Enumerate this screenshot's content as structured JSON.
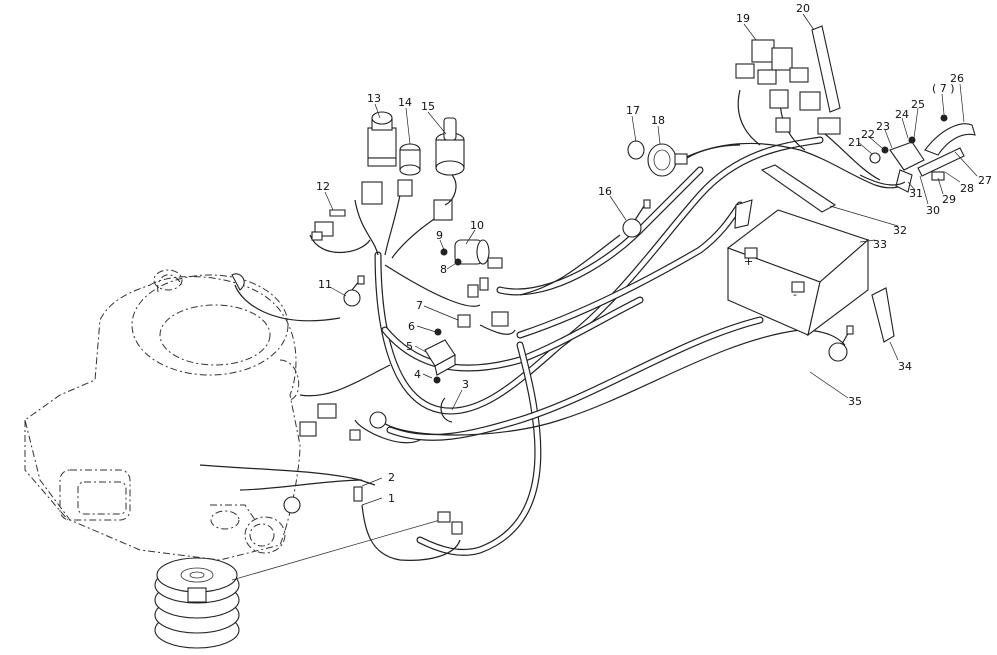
{
  "labels": [
    {
      "id": "1",
      "text": "1"
    },
    {
      "id": "2",
      "text": "2"
    },
    {
      "id": "3",
      "text": "3"
    },
    {
      "id": "4",
      "text": "4"
    },
    {
      "id": "5",
      "text": "5"
    },
    {
      "id": "6",
      "text": "6"
    },
    {
      "id": "7a",
      "text": "7"
    },
    {
      "id": "7b",
      "text": "( 7 )"
    },
    {
      "id": "8",
      "text": "8"
    },
    {
      "id": "9",
      "text": "9"
    },
    {
      "id": "10",
      "text": "10"
    },
    {
      "id": "11",
      "text": "11"
    },
    {
      "id": "12",
      "text": "12"
    },
    {
      "id": "13",
      "text": "13"
    },
    {
      "id": "14",
      "text": "14"
    },
    {
      "id": "15",
      "text": "15"
    },
    {
      "id": "16",
      "text": "16"
    },
    {
      "id": "17",
      "text": "17"
    },
    {
      "id": "18",
      "text": "18"
    },
    {
      "id": "19",
      "text": "19"
    },
    {
      "id": "20",
      "text": "20"
    },
    {
      "id": "21",
      "text": "21"
    },
    {
      "id": "22",
      "text": "22"
    },
    {
      "id": "23",
      "text": "23"
    },
    {
      "id": "24",
      "text": "24"
    },
    {
      "id": "25",
      "text": "25"
    },
    {
      "id": "26",
      "text": "26"
    },
    {
      "id": "27",
      "text": "27"
    },
    {
      "id": "28",
      "text": "28"
    },
    {
      "id": "29",
      "text": "29"
    },
    {
      "id": "30",
      "text": "30"
    },
    {
      "id": "31",
      "text": "31"
    },
    {
      "id": "32",
      "text": "32"
    },
    {
      "id": "33",
      "text": "33"
    },
    {
      "id": "34",
      "text": "34"
    },
    {
      "id": "35",
      "text": "35"
    }
  ],
  "battery_marks": {
    "plus": "+",
    "minus": "-"
  }
}
